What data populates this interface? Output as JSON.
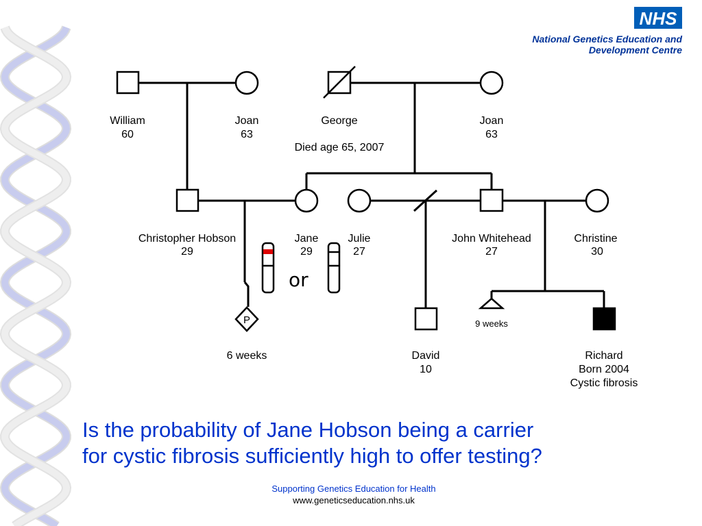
{
  "branding": {
    "nhs_logo": "NHS",
    "org_line1": "National Genetics Education and",
    "org_line2": "Development Centre"
  },
  "pedigree": {
    "william": {
      "name": "William",
      "age": "60"
    },
    "joan_left": {
      "name": "Joan",
      "age": "63"
    },
    "george": {
      "name": "George",
      "note": "Died age 65, 2007"
    },
    "joan_right": {
      "name": "Joan",
      "age": "63"
    },
    "christopher": {
      "name": "Christopher Hobson",
      "age": "29"
    },
    "jane": {
      "name": "Jane",
      "age": "29"
    },
    "julie": {
      "name": "Julie",
      "age": "27"
    },
    "john": {
      "name": "John Whitehead",
      "age": "27"
    },
    "christine": {
      "name": "Christine",
      "age": "30"
    },
    "pregnancy": {
      "symbol": "P",
      "label": "6 weeks"
    },
    "miscarriage": {
      "label": "9 weeks"
    },
    "david": {
      "name": "David",
      "age": "10"
    },
    "richard": {
      "name": "Richard",
      "born": "Born 2004",
      "condition": "Cystic fibrosis"
    },
    "chromosome_or": "or"
  },
  "question": {
    "line1": "Is the probability of Jane Hobson being a carrier",
    "line2": "for cystic fibrosis sufficiently high to offer testing?"
  },
  "footer": {
    "line1": "Supporting Genetics Education for Health",
    "line2": "www.geneticseducation.nhs.uk"
  },
  "colors": {
    "accent_blue": "#0033cc",
    "nhs_blue": "#005eb8",
    "carrier_band": "#dd0000",
    "helix": "#c8ccee"
  }
}
